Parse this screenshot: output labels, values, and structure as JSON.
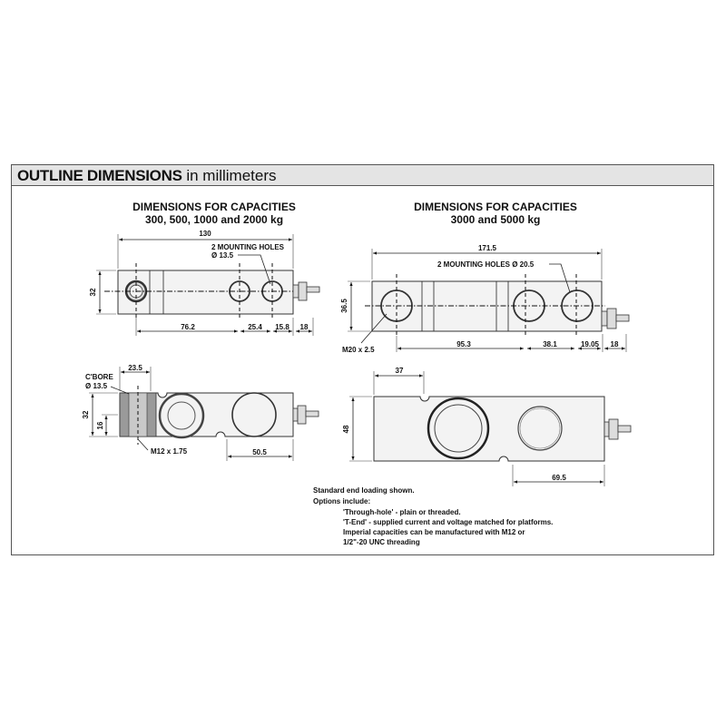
{
  "header": {
    "title_bold": "OUTLINE DIMENSIONS",
    "title_rest": " in millimeters"
  },
  "left": {
    "heading_line1": "DIMENSIONS FOR CAPACITIES",
    "heading_line2": "300, 500, 1000 and 2000 kg",
    "length": "130",
    "holes_label_line1": "2 MOUNTING HOLES",
    "holes_label_line2": "Ø 13.5",
    "height": "32",
    "dims": [
      "76.2",
      "25.4",
      "15.8",
      "18"
    ],
    "side_width": "23.5",
    "cbore_line1": "C'BORE",
    "cbore_line2": "Ø 13.5",
    "side_height": "32",
    "side_half": "16",
    "thread": "M12 x 1.75",
    "side_offset": "50.5"
  },
  "right": {
    "heading_line1": "DIMENSIONS FOR CAPACITIES",
    "heading_line2": "3000 and 5000 kg",
    "length": "171.5",
    "holes_label": "2 MOUNTING HOLES Ø 20.5",
    "height": "36.5",
    "thread": "M20 x 2.5",
    "dims": [
      "95.3",
      "38.1",
      "19.05",
      "18"
    ],
    "side_width": "37",
    "side_height": "48",
    "side_offset": "69.5"
  },
  "notes": {
    "line1": "Standard end loading shown.",
    "line2": "Options include:",
    "line3": "'Through-hole' - plain or threaded.",
    "line4": "'T-End' - supplied current and voltage matched for platforms.",
    "line5": "Imperial capacities can be manufactured with M12 or",
    "line6": "1/2\"-20 UNC threading"
  }
}
